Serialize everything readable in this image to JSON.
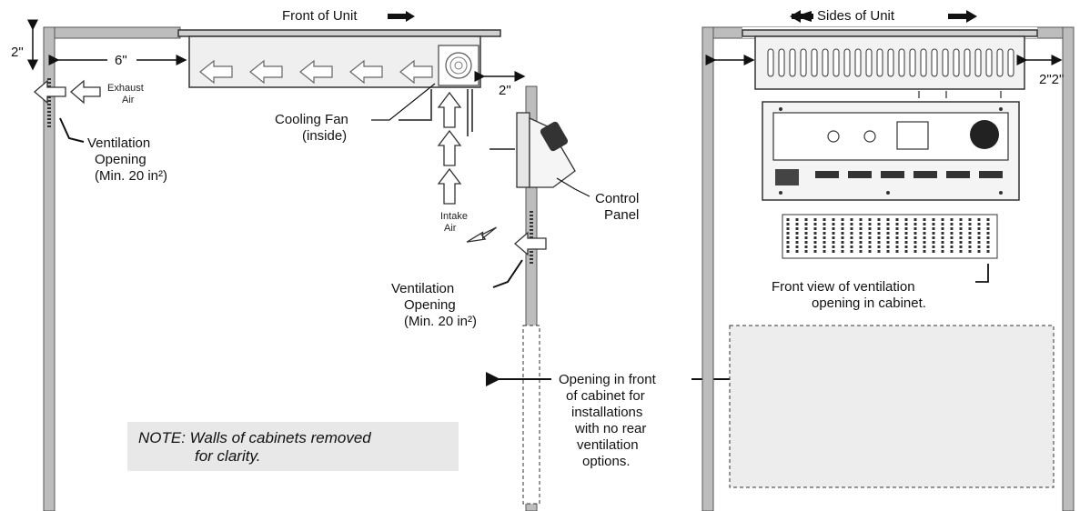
{
  "left_view": {
    "front_of_unit": "Front of Unit",
    "dim_top": "2\"",
    "dim_6": "6\"",
    "dim_2_side": "2\"",
    "exhaust_air": [
      "Exhaust",
      "Air"
    ],
    "cooling_fan": [
      "Cooling Fan",
      "(inside)"
    ],
    "vent_opening_left": [
      "Ventilation",
      "Opening",
      "(Min. 20 in²)"
    ],
    "control_panel": [
      "Control",
      "Panel"
    ],
    "intake_air": [
      "Intake",
      "Air"
    ],
    "vent_opening_right": [
      "Ventilation",
      "Opening",
      "(Min. 20 in²)"
    ],
    "opening_front": [
      "Opening in front",
      "of cabinet for",
      "installations",
      "with no rear",
      "ventilation",
      "options."
    ],
    "note": [
      "NOTE: Walls of cabinets removed",
      "for clarity."
    ]
  },
  "right_view": {
    "sides_of_unit": "Sides of Unit",
    "dim_right": "2\"2\"",
    "vent_front_view": [
      "Front view of ventilation",
      "opening in cabinet."
    ]
  }
}
